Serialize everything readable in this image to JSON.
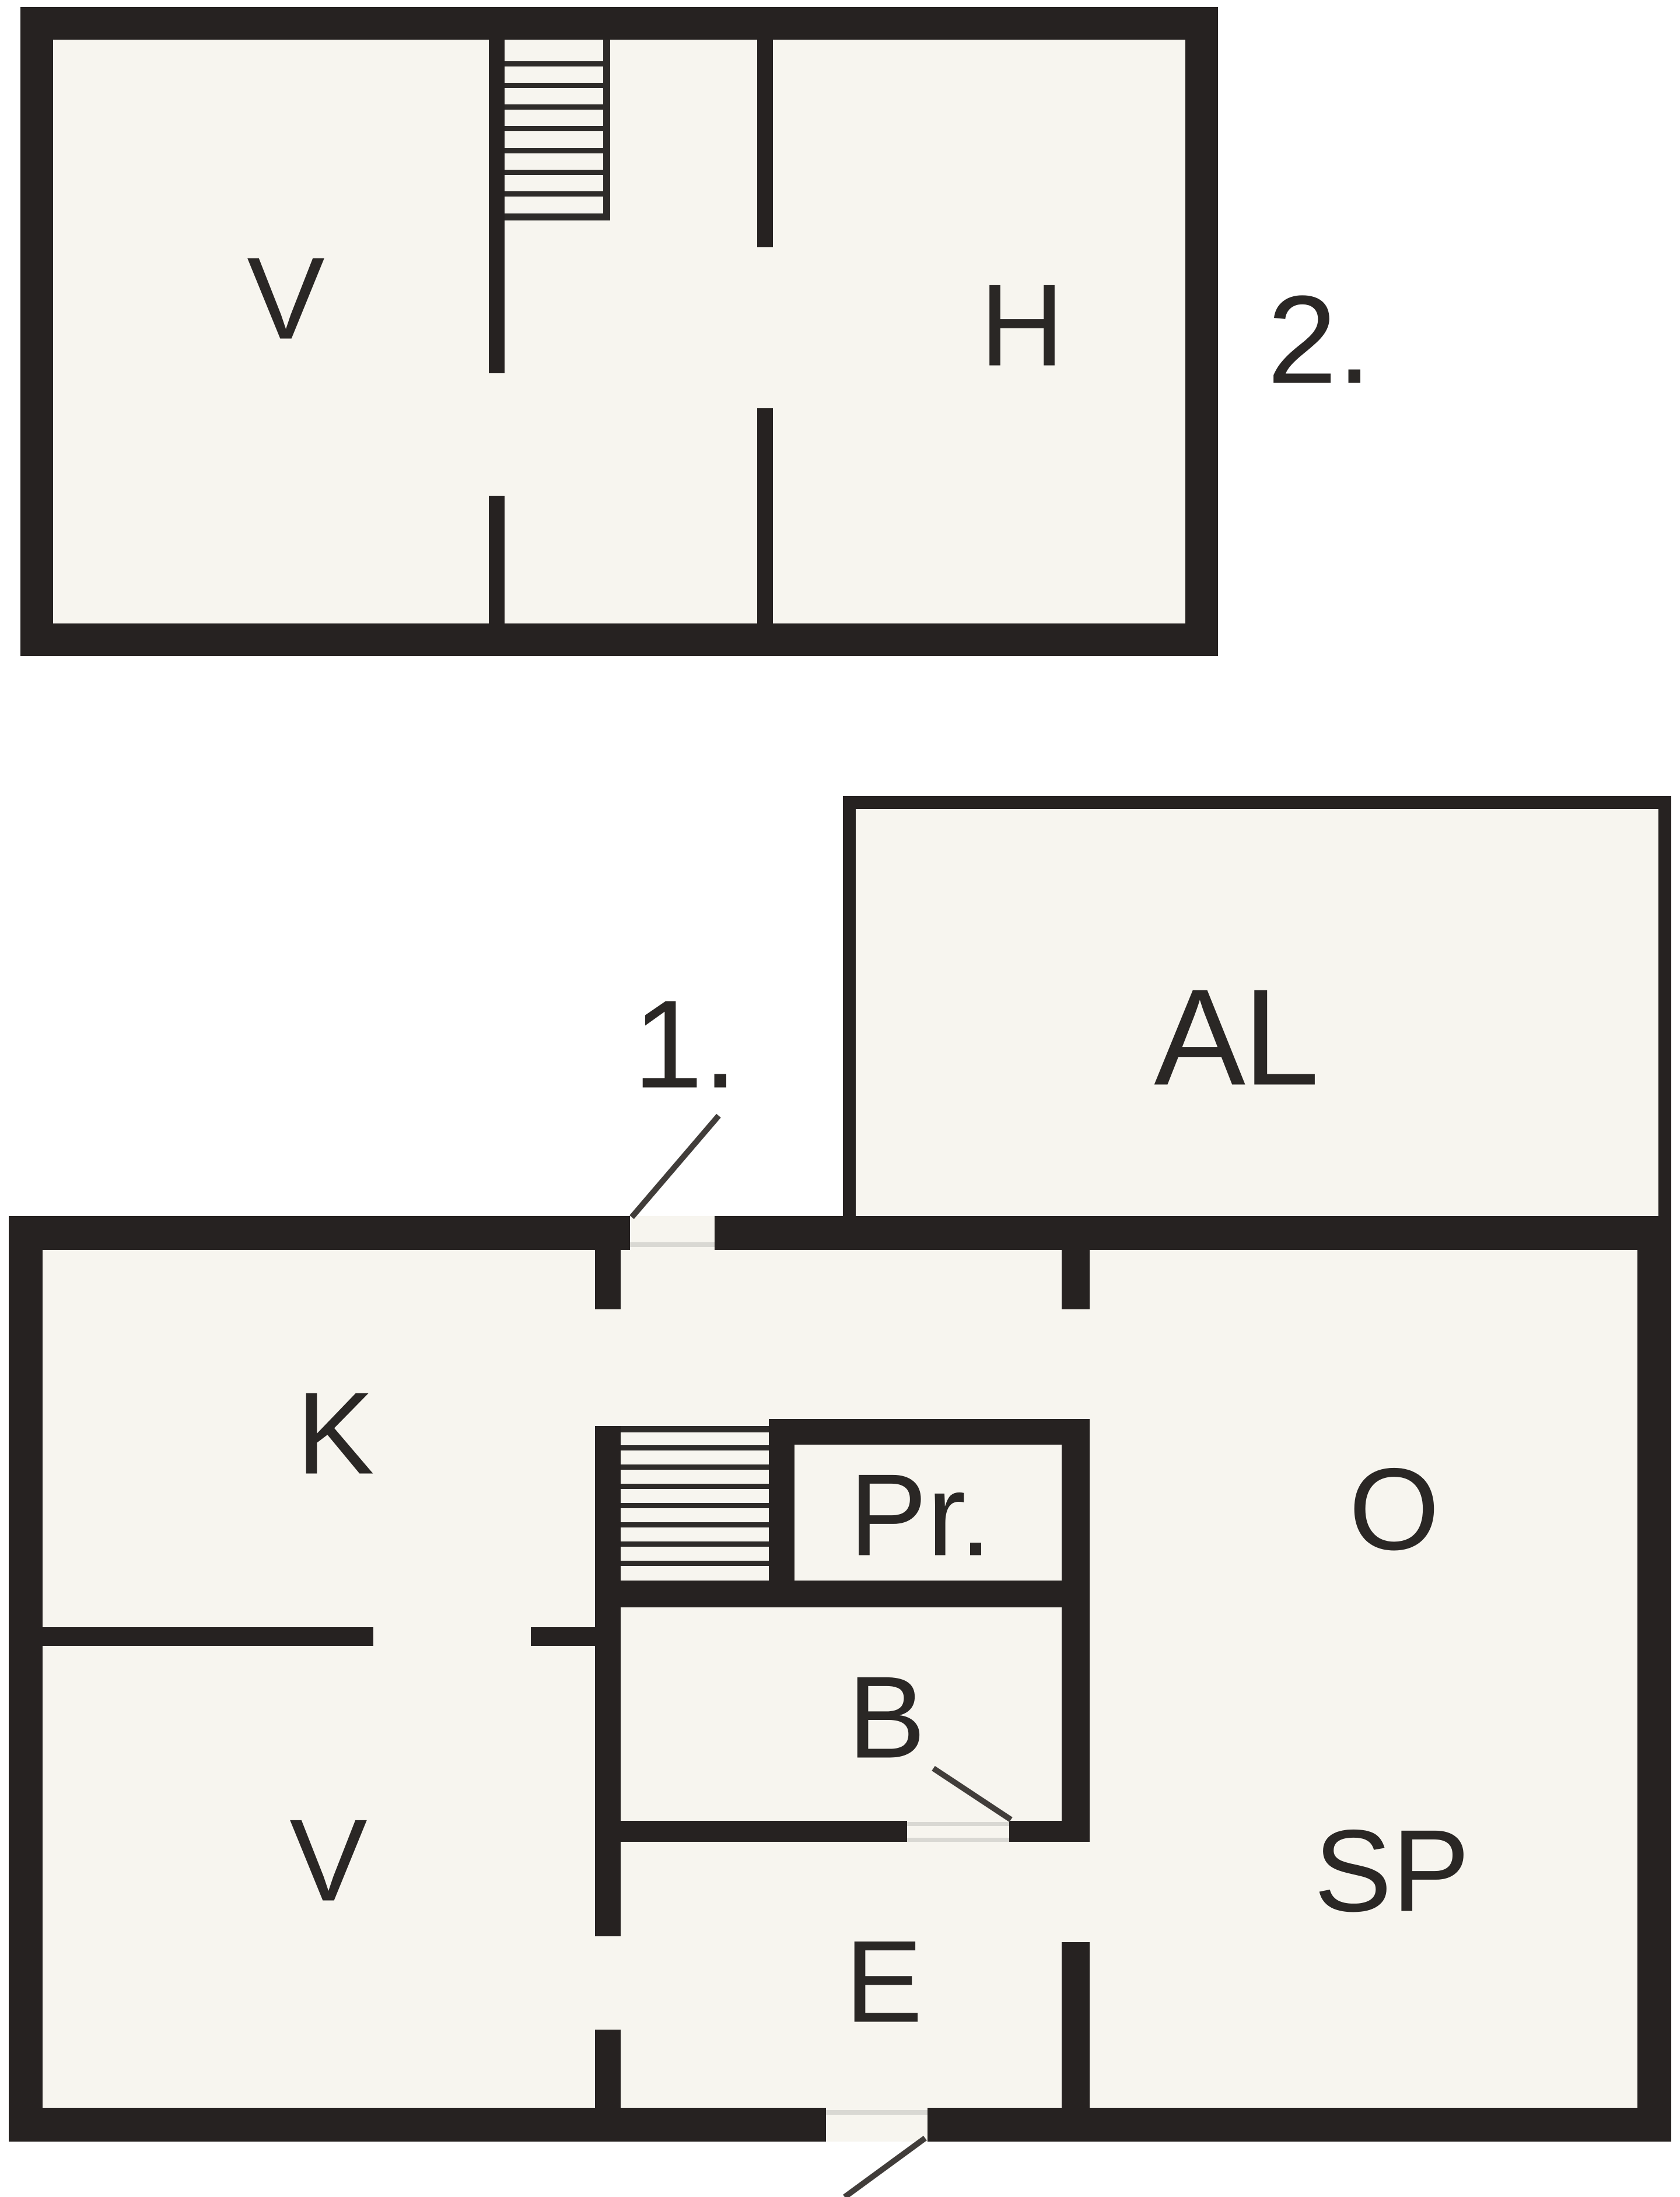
{
  "drawing": {
    "type": "floor-plan",
    "floors": [
      {
        "name": "upper-floor",
        "floor_label": "2.",
        "rooms": [
          {
            "label": "V"
          },
          {
            "label": "H"
          }
        ],
        "has_staircase": true
      },
      {
        "name": "ground-floor",
        "floor_label": "1.",
        "rooms": [
          {
            "label": "K"
          },
          {
            "label": "V"
          },
          {
            "label": "Pr."
          },
          {
            "label": "B"
          },
          {
            "label": "E"
          },
          {
            "label": "O"
          },
          {
            "label": "SP"
          },
          {
            "label": "AL"
          }
        ],
        "has_staircase": true
      }
    ],
    "colors": {
      "background": "#ffffff",
      "floor_fill": "#f7f5ef",
      "wall": "#262221",
      "door_leaf": "#413d3a",
      "threshold": "#d9d8d3",
      "label_text": "#2a2725"
    }
  }
}
